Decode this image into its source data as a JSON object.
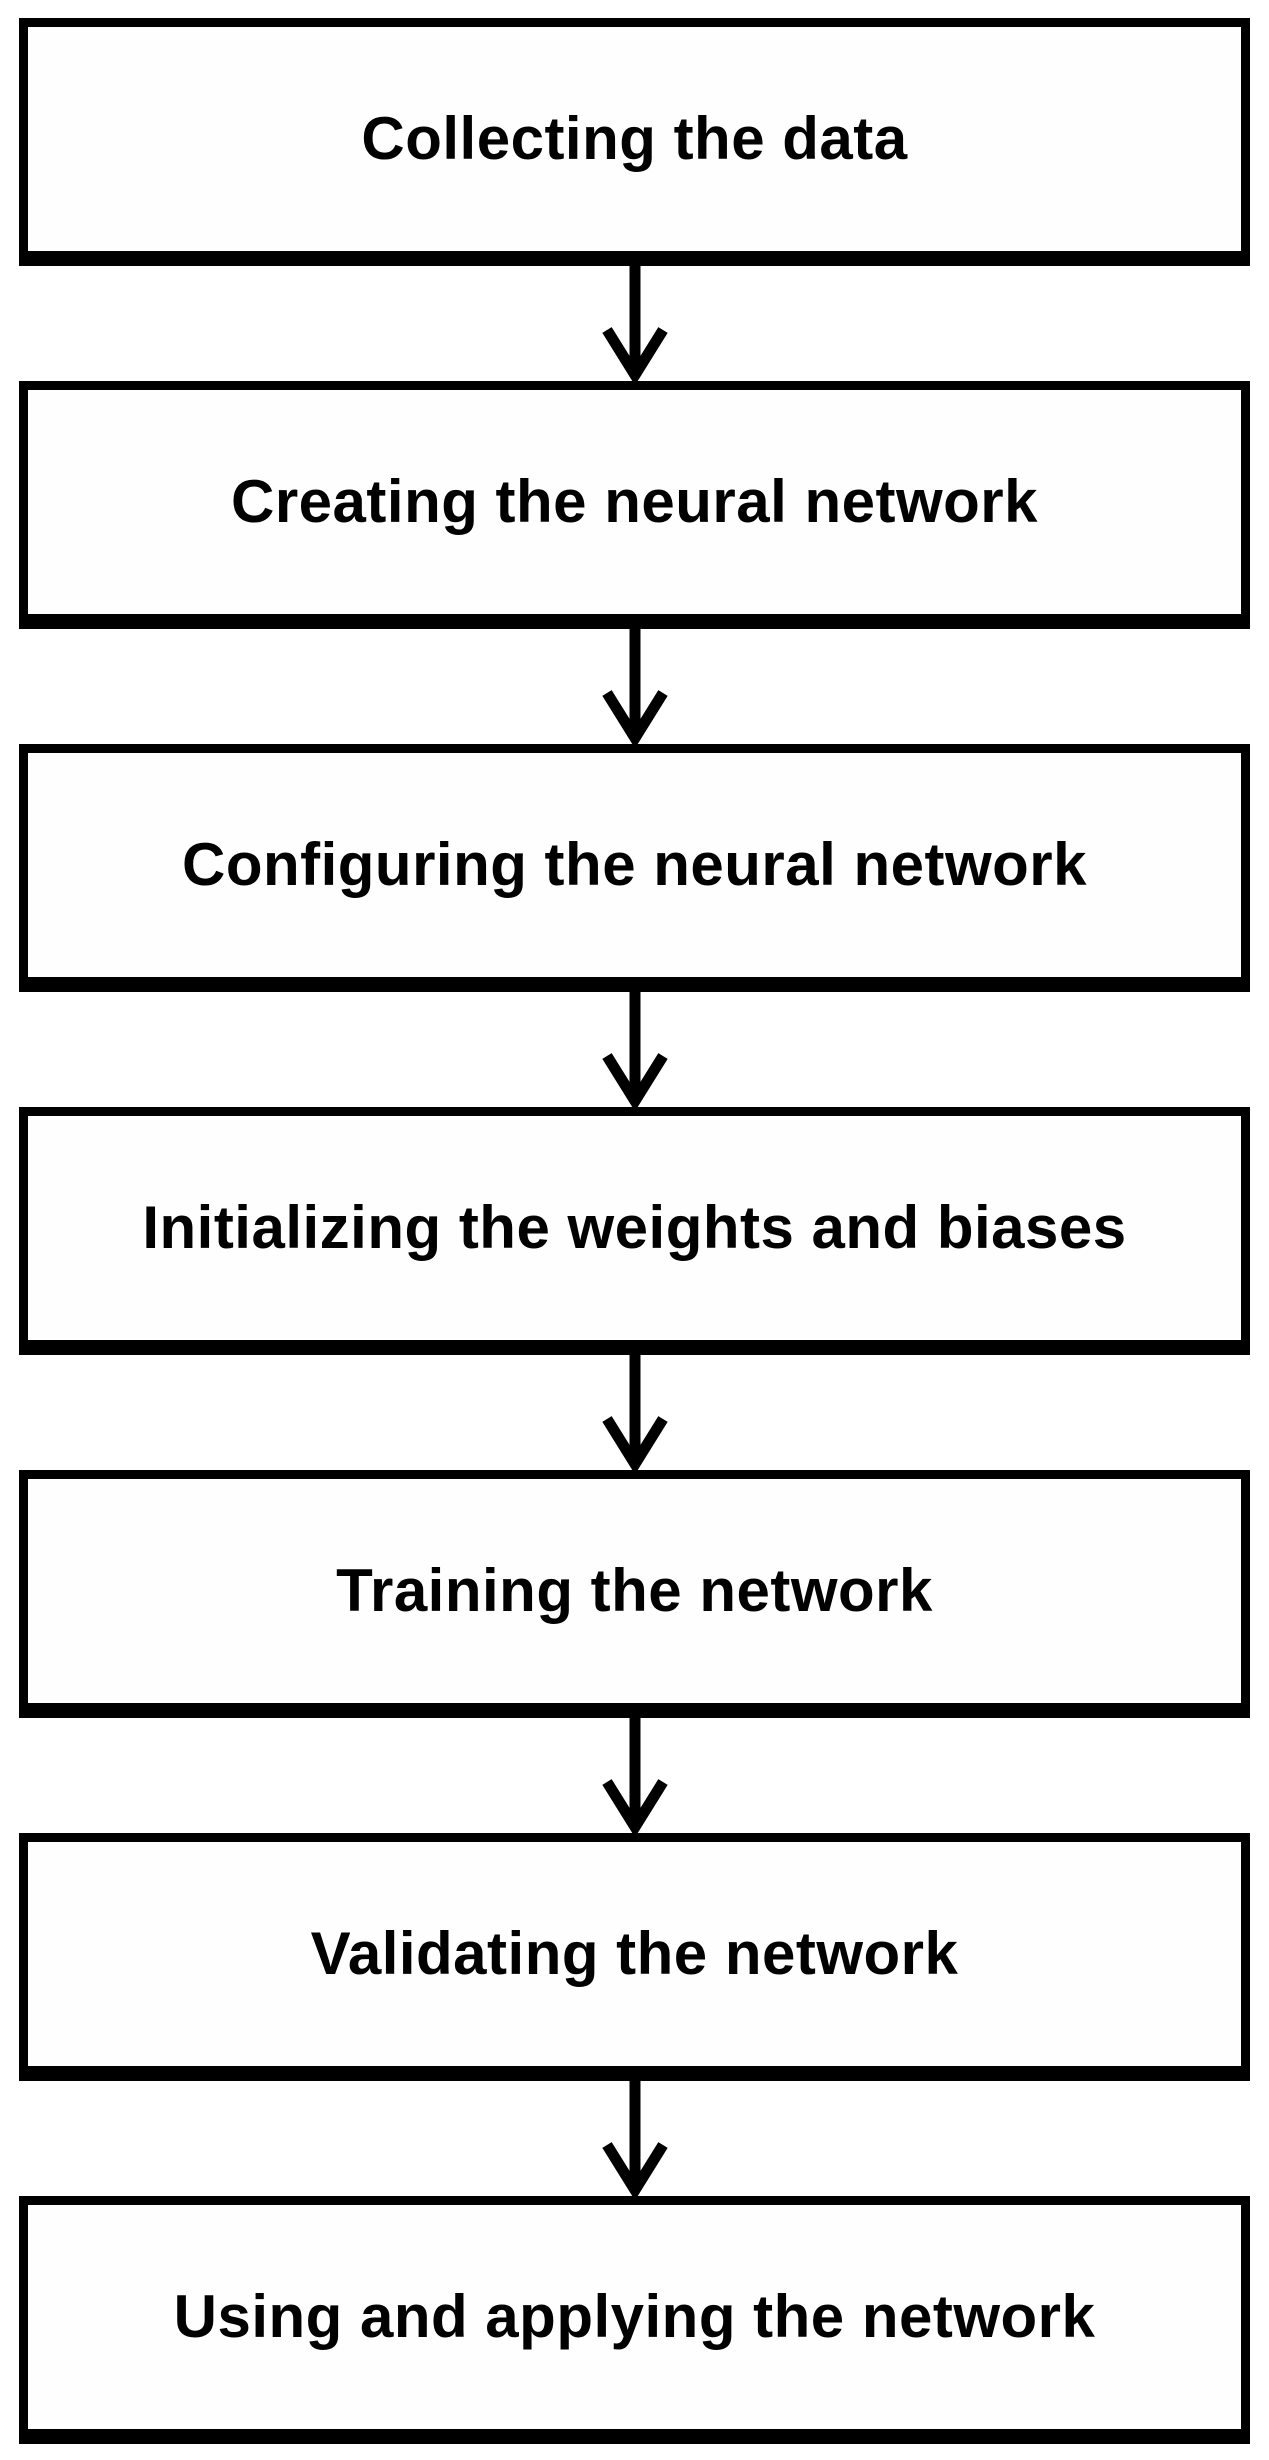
{
  "diagram": {
    "type": "flowchart",
    "direction": "top-down",
    "steps": [
      "Collecting the data",
      "Creating the neural network",
      "Configuring the neural network",
      "Initializing the weights and biases",
      "Training the network",
      "Validating the network",
      "Using and applying the network"
    ],
    "connector_icon": "arrow-down-icon",
    "colors": {
      "background": "#ffffff",
      "box_fill": "#fefefe",
      "box_border": "#000000",
      "text": "#010101",
      "arrow": "#000000"
    }
  }
}
